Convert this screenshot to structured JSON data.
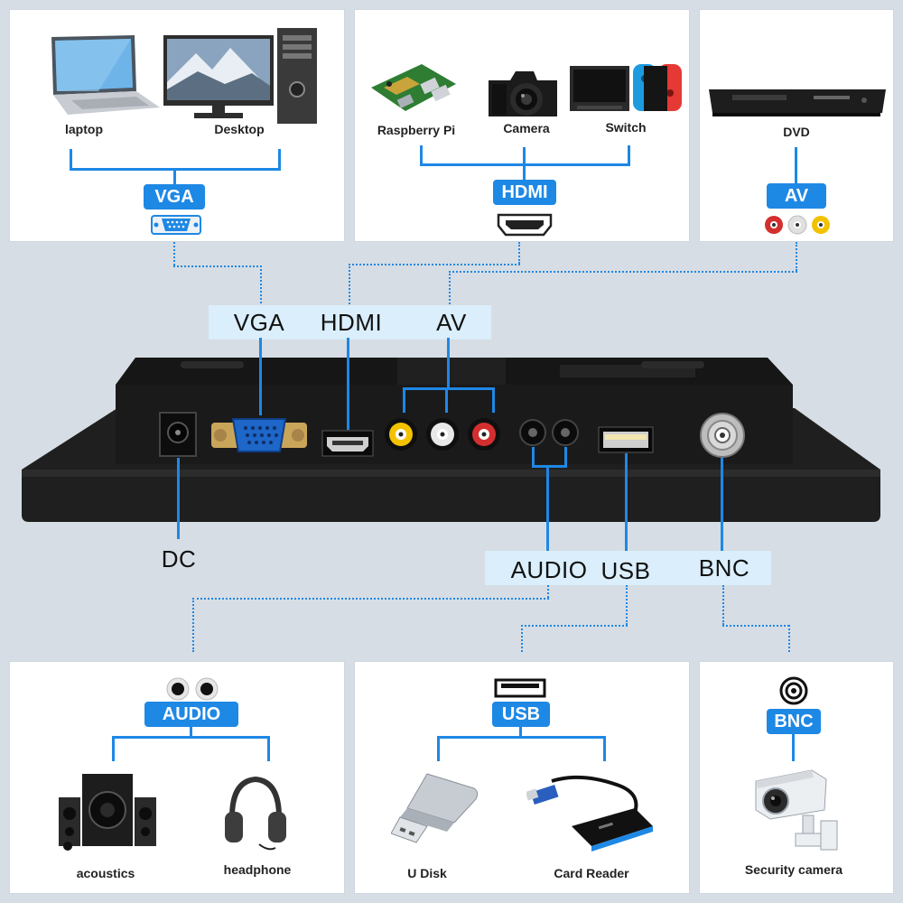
{
  "top_panels": {
    "vga": {
      "badge": "VGA",
      "devices": [
        {
          "label": "laptop",
          "icon": "laptop-icon"
        },
        {
          "label": "Desktop",
          "icon": "desktop-computer-icon"
        }
      ],
      "port_icon": "vga-port-icon"
    },
    "hdmi": {
      "badge": "HDMI",
      "devices": [
        {
          "label": "Raspberry Pi",
          "icon": "raspberry-pi-icon"
        },
        {
          "label": "Camera",
          "icon": "camera-icon"
        },
        {
          "label": "Switch",
          "icon": "game-console-icon"
        }
      ],
      "port_icon": "hdmi-port-icon"
    },
    "av": {
      "badge": "AV",
      "devices": [
        {
          "label": "DVD",
          "icon": "dvd-player-icon"
        }
      ],
      "port_icon": "rca-jacks-icon"
    }
  },
  "monitor_ports": {
    "top_labels": [
      "VGA",
      "HDMI",
      "AV"
    ],
    "dc_label": "DC",
    "bottom_labels": [
      "AUDIO",
      "USB",
      "BNC"
    ]
  },
  "bottom_panels": {
    "audio": {
      "badge": "AUDIO",
      "devices": [
        {
          "label": "acoustics",
          "icon": "speakers-icon"
        },
        {
          "label": "headphone",
          "icon": "headphones-icon"
        }
      ],
      "port_icon": "audio-jacks-icon"
    },
    "usb": {
      "badge": "USB",
      "devices": [
        {
          "label": "U Disk",
          "icon": "usb-drive-icon"
        },
        {
          "label": "Card Reader",
          "icon": "card-reader-icon"
        }
      ],
      "port_icon": "usb-port-icon"
    },
    "bnc": {
      "badge": "BNC",
      "devices": [
        {
          "label": "Security camera",
          "icon": "security-camera-icon"
        }
      ],
      "port_icon": "bnc-port-icon"
    }
  },
  "colors": {
    "accent": "#1e88e5",
    "band": "#daeefb",
    "background": "#d7dde4",
    "monitor": "#1c1c1c"
  }
}
